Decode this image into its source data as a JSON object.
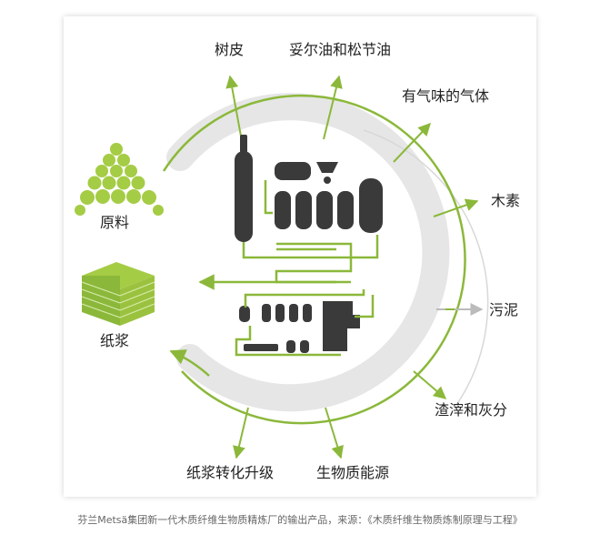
{
  "colors": {
    "green": "#8bb83a",
    "light_green": "#a5cc45",
    "gray_ring": "#e5e5e5",
    "equipment": "#3a3a3a",
    "text": "#222222",
    "arrow_gray": "#bbbbbb"
  },
  "inputs": {
    "raw_material": "原料",
    "pulp": "纸浆"
  },
  "outputs": {
    "bark": "树皮",
    "tall_oil": "妥尔油和松节油",
    "odorous_gas": "有气味的气体",
    "lignin": "木素",
    "sludge": "污泥",
    "dregs_ash": "渣滓和灰分",
    "bioenergy": "生物质能源",
    "pulp_upgrade": "纸浆转化升级"
  },
  "caption": "芬兰Metsä集团新一代木质纤维生物质精炼厂的输出产品，来源：《木质纤维生物质炼制原理与工程》"
}
